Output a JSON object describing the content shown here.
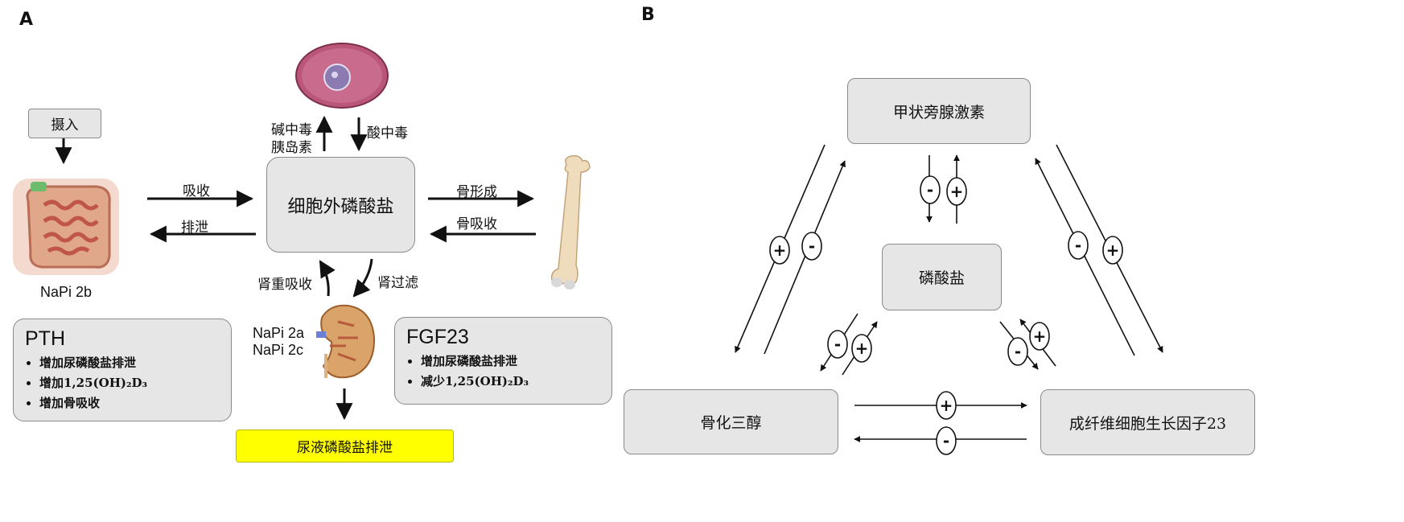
{
  "panel_a": {
    "label": "A",
    "intake": "摄入",
    "absorb": "吸收",
    "excrete": "排泄",
    "center": "细胞外磷酸盐",
    "alkalosis": "碱中毒",
    "insulin": "胰岛素",
    "acidosis": "酸中毒",
    "bone_formation": "骨形成",
    "bone_resorption": "骨吸收",
    "renal_reabsorption": "肾重吸收",
    "renal_filtration": "肾过滤",
    "napi2b": "NaPi 2b",
    "napi2a": "NaPi 2a",
    "napi2c": "NaPi 2c",
    "urine": "尿液磷酸盐排泄",
    "pth": {
      "title": "PTH",
      "items": [
        "增加尿磷酸盐排泄",
        "增加1,25(OH)₂D₃",
        "增加骨吸收"
      ]
    },
    "fgf23": {
      "title": "FGF23",
      "items": [
        "增加尿磷酸盐排泄",
        "减少1,25(OH)₂D₃"
      ]
    }
  },
  "panel_b": {
    "label": "B",
    "pth": "甲状旁腺激素",
    "phosphate": "磷酸盐",
    "calcitriol": "骨化三醇",
    "fgf23": "成纤维细胞生长因子23",
    "plus": "+",
    "minus": "-"
  },
  "colors": {
    "box_fill": "#e6e6e6",
    "box_border": "#8a8a8a",
    "urine_fill": "#ffff00",
    "arrow": "#111111"
  }
}
